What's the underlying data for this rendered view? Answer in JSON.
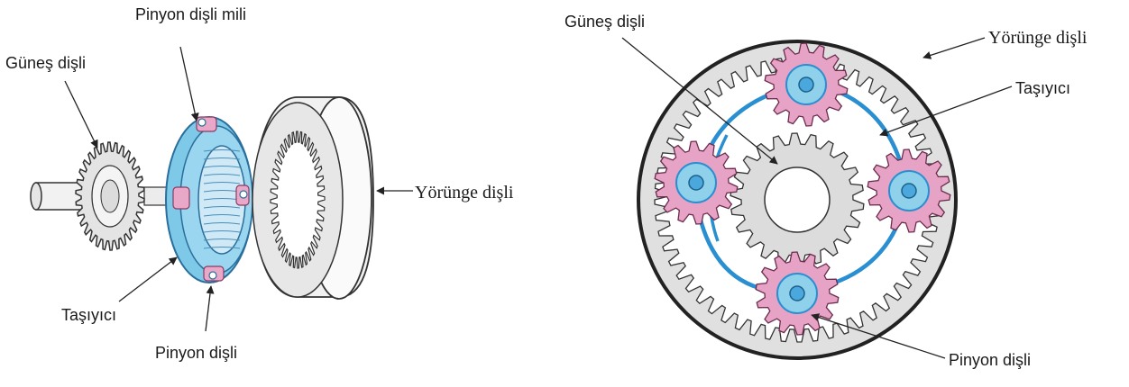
{
  "left_diagram": {
    "labels": {
      "pinion_shaft": "Pinyon dişli mili",
      "sun_gear": "Güneş dişli",
      "ring_gear": "Yörünge dişli",
      "carrier": "Taşıyıcı",
      "pinion_gear": "Pinyon dişli"
    }
  },
  "right_diagram": {
    "labels": {
      "sun_gear": "Güneş dişli",
      "ring_gear": "Yörünge dişli",
      "carrier": "Taşıyıcı",
      "pinion_gear": "Pinyon dişli"
    }
  },
  "colors": {
    "carrier_blue": "#2a8fd0",
    "carrier_fill": "#8fd0ea",
    "pinion_pink": "#e6a3c6",
    "gear_gray": "#dcdcdc",
    "outline": "#333333"
  }
}
